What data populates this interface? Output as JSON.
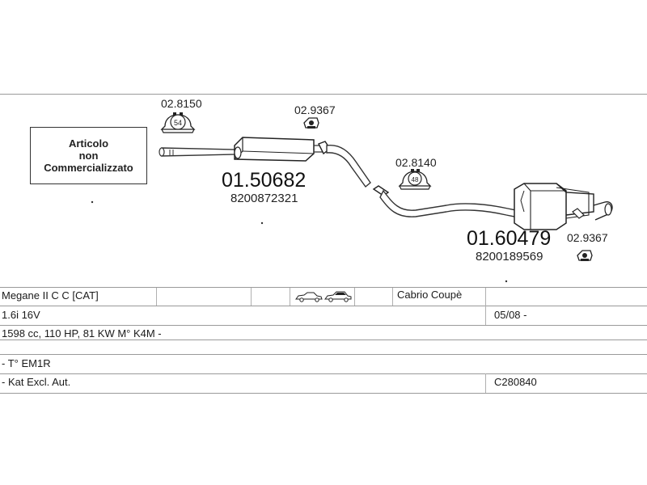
{
  "diagram": {
    "not_commercialized": {
      "line1": "Articolo",
      "line2": "non",
      "line3": "Commercializzato"
    },
    "parts": {
      "clamp_front": {
        "code": "02.8150",
        "size": "54"
      },
      "rubber_mount_mid": {
        "code": "02.9367"
      },
      "middle_silencer": {
        "code": "01.50682",
        "oem": "8200872321"
      },
      "clamp_rear": {
        "code": "02.8140",
        "size": "48"
      },
      "rear_silencer": {
        "code": "01.60479",
        "oem": "8200189569"
      },
      "rubber_mount_rear": {
        "code": "02.9367"
      }
    }
  },
  "vehicle": {
    "model": "Megane II C C  [CAT]",
    "body_type": "Cabrio Coupè",
    "engine": "1.6i 16V",
    "production_from": "05/08 -",
    "specs": "1598 cc, 110 HP, 81 KW M° K4M -",
    "gearbox": "- T° EM1R",
    "note": "- Kat Excl. Aut.",
    "reference": "C280840"
  },
  "icons": {
    "body_icon": "cabrio-coupe-car-icon"
  }
}
